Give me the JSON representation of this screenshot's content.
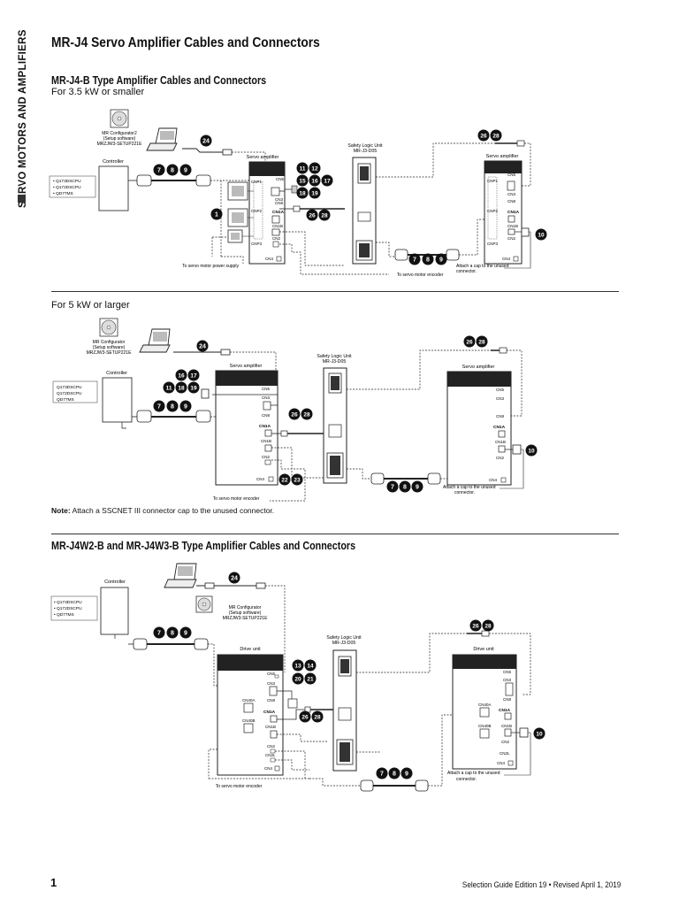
{
  "sidebar": {
    "label": "SERVO MOTORS AND AMPLIFIERS"
  },
  "page_title": "MR-J4 Servo Amplifier Cables and Connectors",
  "section1": {
    "title": "MR-J4-B Type Amplifier Cables and Connectors",
    "subtitle": "For 3.5 kW or smaller",
    "mr_config": [
      "MR Configurator2",
      "(Setup software)",
      "MRZJW3-SETUP221E"
    ],
    "controller_label": "Controller",
    "controller_models": [
      "Q173DSCPU",
      "Q172DSCPU",
      "QD77MS"
    ],
    "servo_amp_label": "Servo amplifier",
    "safety_label": [
      "Safety Logic Unit",
      "MR-J3-D05"
    ],
    "servo_amp2_label": "Servo amplifier",
    "connectors_left": [
      "CN5",
      "CNP1",
      "CN3",
      "CN8",
      "CNP2",
      "CN1A",
      "CN1B",
      "CNP3",
      "CN2",
      "CN4"
    ],
    "connectors_right": [
      "CN5",
      "CNP1",
      "CN3",
      "CN8",
      "CNP2",
      "CN1A",
      "CN1B",
      "CNP3",
      "CN2",
      "CN4"
    ],
    "power_note": "To servo motor power supply",
    "encoder_note": "To servo motor encoder",
    "cap_note": [
      "Attach a cap to the unused",
      "connector."
    ],
    "callouts": [
      "24",
      "7",
      "8",
      "9",
      "1",
      "11",
      "12",
      "15",
      "16",
      "17",
      "18",
      "19",
      "26",
      "28",
      "26",
      "28",
      "10",
      "7",
      "8",
      "9"
    ]
  },
  "section2": {
    "subtitle": "For 5 kW or larger",
    "mr_config": [
      "MR Configurator",
      "(Setup software)",
      "MRZJW3-SETUP221E"
    ],
    "controller_label": "Controller",
    "controller_models": [
      "Q173DSCPU",
      "Q172DSCPU",
      "QD77MS"
    ],
    "servo_amp_label": "Servo amplifier",
    "safety_label": [
      "Safety Logic Unit",
      "MR-J3-D05"
    ],
    "servo_amp2_label": "Servo amplifier",
    "connectors_left": [
      "CN5",
      "CN3",
      "CN8",
      "CN1A",
      "CN1B",
      "CN2",
      "CN4"
    ],
    "connectors_right": [
      "CN5",
      "CN3",
      "CN8",
      "CN1A",
      "CN1B",
      "CN2",
      "CN4"
    ],
    "encoder_note": "To servo motor encoder",
    "cap_note": [
      "Attach a cap to the unused",
      "connector."
    ],
    "note_label": "Note:",
    "note_text": " Attach a SSCNET III connector cap to the unused connector.",
    "callouts": [
      "24",
      "16",
      "17",
      "11",
      "18",
      "19",
      "7",
      "8",
      "9",
      "26",
      "28",
      "26",
      "28",
      "10",
      "22",
      "23",
      "7",
      "8",
      "9"
    ]
  },
  "section3": {
    "title": "MR-J4W2-B and MR-J4W3-B Type Amplifier Cables and Connectors",
    "controller_label": "Controller",
    "controller_models": [
      "Q173DSCPU",
      "Q172DSCPU",
      "QD77MS"
    ],
    "mr_config": [
      "MR Configurator",
      "(Setup software)",
      "MRZJW3-SETUP221E"
    ],
    "drive_unit_label": "Drive unit",
    "safety_label": [
      "Safety Logic Unit",
      "MR-J3-D05"
    ],
    "drive_unit2_label": "Drive unit",
    "connectors_left": [
      "CN5",
      "CN3",
      "CN40A",
      "CN8",
      "CN40B",
      "CN1A",
      "CN1B",
      "CN2",
      "CN2L",
      "CN4"
    ],
    "connectors_right": [
      "CN5",
      "CN3",
      "CN40A",
      "CN8",
      "CN1A",
      "CN40B",
      "CN1B",
      "CN2",
      "CN2L",
      "CN4"
    ],
    "encoder_note": "To servo motor encoder",
    "cap_note": [
      "Attach a cap to the unused",
      "connector."
    ],
    "callouts": [
      "24",
      "7",
      "8",
      "9",
      "13",
      "14",
      "20",
      "21",
      "26",
      "28",
      "26",
      "28",
      "10",
      "7",
      "8",
      "9"
    ]
  },
  "footer": {
    "page_number": "1",
    "edition": "Selection Guide Edition 19 • Revised April 1, 2019"
  }
}
